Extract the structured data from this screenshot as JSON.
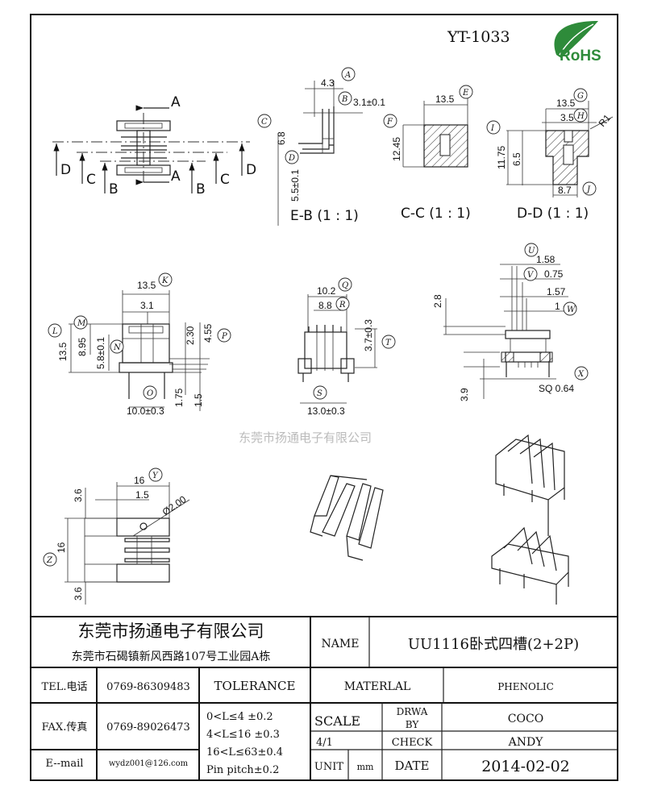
{
  "header": {
    "part_number": "YT-1033",
    "rohs_logo_text": "RoHS",
    "rohs_color": "#2e8b3a"
  },
  "watermark": "东莞市扬通电子有限公司",
  "section_markers": {
    "a": "A",
    "b": "B",
    "c": "C",
    "d": "D"
  },
  "views": {
    "eb": {
      "title": "E-B  (1 : 1)",
      "d1": "4.3",
      "d2": "3.1±0.1",
      "d3": "6.8",
      "d4": "5.5±0.1",
      "c1": "A",
      "c2": "B",
      "c3": "C",
      "c4": "D"
    },
    "cc": {
      "title": "C-C  (1 : 1)",
      "d1": "13.5",
      "d2": "12.45",
      "c1": "E",
      "c2": "F"
    },
    "dd": {
      "title": "D-D  (1 : 1)",
      "d1": "13.5",
      "d2": "3.5",
      "d3": "R1",
      "d4": "11.75",
      "d5": "6.5",
      "d6": "8.7",
      "c1": "G",
      "c2": "H",
      "c3": "I",
      "c4": "J"
    },
    "front": {
      "d1": "13.5",
      "d2": "3.1",
      "d3": "13.5",
      "d4": "8.95",
      "d5": "5.8±0.1",
      "d6": "2.30",
      "d7": "4.55",
      "d8": "1.75",
      "d9": "1.5",
      "d10": "10.0±0.3",
      "c1": "K",
      "c2": "L",
      "c3": "M",
      "c4": "N",
      "c5": "O",
      "c6": "P"
    },
    "side": {
      "d1": "10.2",
      "d2": "8.8",
      "d3": "3.7±0.3",
      "d4": "13.0±0.3",
      "c1": "Q",
      "c2": "R",
      "c3": "T",
      "c4": "S"
    },
    "right": {
      "d1": "1.58",
      "d2": "0.75",
      "d3": "1.57",
      "d4": "1",
      "d5": "2.8",
      "d6": "3.9",
      "d7": "SQ 0.64",
      "c1": "U",
      "c2": "V",
      "c3": "W",
      "c4": "X"
    },
    "top": {
      "d1": "16",
      "d2": "1.5",
      "d3": "Ø2.00",
      "d4": "3.6",
      "d5": "16",
      "d6": "3.6",
      "c1": "Y",
      "c2": "Z"
    }
  },
  "title_block": {
    "company": "东莞市扬通电子有限公司",
    "address": "东莞市石碣镇新风西路107号工业园A栋",
    "name_label": "NAME",
    "name_value": "UU1116卧式四槽(2+2P)",
    "tel_label": "TEL.电话",
    "tel_value": "0769-86309483",
    "fax_label": "FAX.传真",
    "fax_value": "0769-89026473",
    "email_label": "E--mail",
    "email_value": "wydz001@126.com",
    "tolerance_label": "TOLERANCE",
    "tolerances": [
      "0<L≤4   ±0.2",
      "4<L≤16  ±0.3",
      "16<L≤63±0.4",
      "Pin pitch±0.2"
    ],
    "material_label": "MATERLAL",
    "material_value": "PHENOLIC",
    "scale_label": "SCALE",
    "scale_value": "4/1",
    "drawn_label_1": "DRWA",
    "drawn_label_2": "BY",
    "drawn_value": "COCO",
    "check_label": "CHECK",
    "check_value": "ANDY",
    "unit_label": "UNIT",
    "unit_value": "mm",
    "date_label": "DATE",
    "date_value": "2014-02-02"
  }
}
